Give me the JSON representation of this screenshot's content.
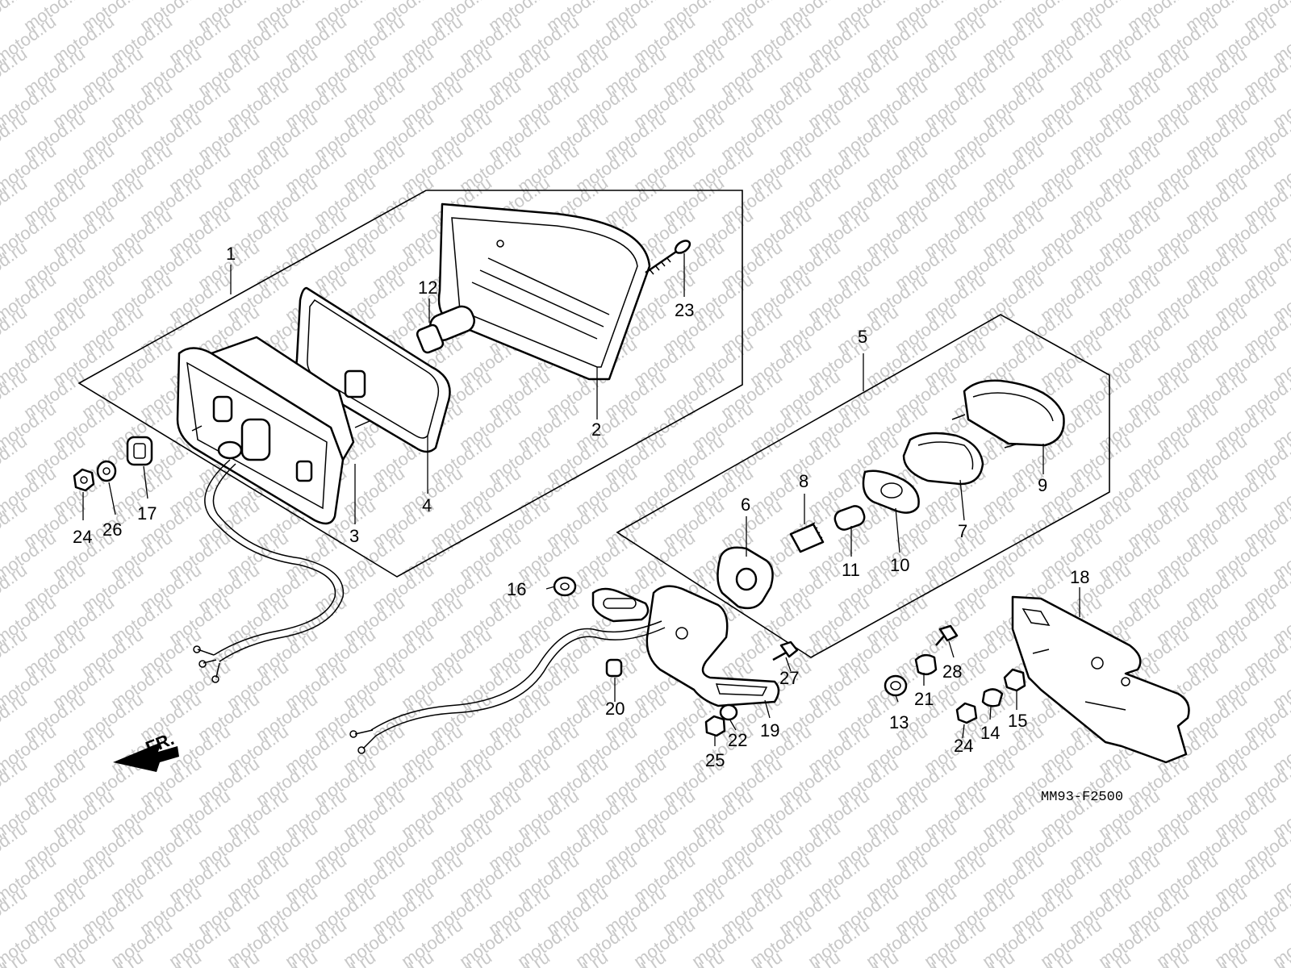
{
  "watermark": {
    "text": "motod.ru"
  },
  "diagram_code": "MM93-F2500",
  "direction_label": "FR.",
  "callouts": [
    {
      "id": "c1",
      "label": "1"
    },
    {
      "id": "c2",
      "label": "2"
    },
    {
      "id": "c3",
      "label": "3"
    },
    {
      "id": "c4",
      "label": "4"
    },
    {
      "id": "c5",
      "label": "5"
    },
    {
      "id": "c6",
      "label": "6"
    },
    {
      "id": "c7",
      "label": "7"
    },
    {
      "id": "c8",
      "label": "8"
    },
    {
      "id": "c9",
      "label": "9"
    },
    {
      "id": "c10",
      "label": "10"
    },
    {
      "id": "c11",
      "label": "11"
    },
    {
      "id": "c12",
      "label": "12"
    },
    {
      "id": "c13",
      "label": "13"
    },
    {
      "id": "c14",
      "label": "14"
    },
    {
      "id": "c15",
      "label": "15"
    },
    {
      "id": "c16",
      "label": "16"
    },
    {
      "id": "c17",
      "label": "17"
    },
    {
      "id": "c18",
      "label": "18"
    },
    {
      "id": "c19",
      "label": "19"
    },
    {
      "id": "c20",
      "label": "20"
    },
    {
      "id": "c21",
      "label": "21"
    },
    {
      "id": "c22",
      "label": "22"
    },
    {
      "id": "c23",
      "label": "23"
    },
    {
      "id": "c24a",
      "label": "24"
    },
    {
      "id": "c24b",
      "label": "24"
    },
    {
      "id": "c25",
      "label": "25"
    },
    {
      "id": "c26",
      "label": "26"
    },
    {
      "id": "c27",
      "label": "27"
    },
    {
      "id": "c28",
      "label": "28"
    }
  ]
}
